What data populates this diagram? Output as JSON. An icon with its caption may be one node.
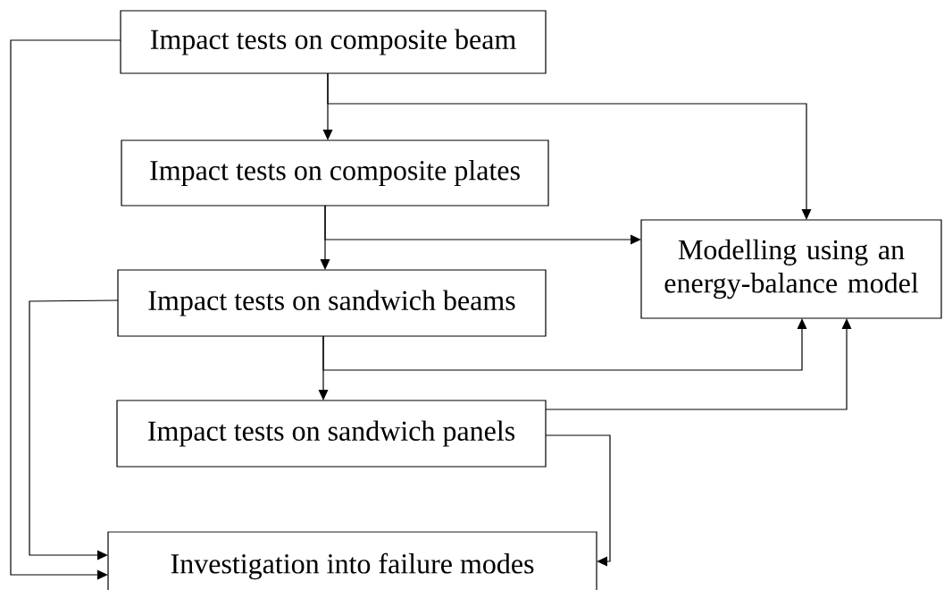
{
  "diagram": {
    "nodes": [
      {
        "text": [
          "Impact tests on composite beam"
        ]
      },
      {
        "text": [
          "Impact tests on composite plates"
        ]
      },
      {
        "text": [
          "Impact tests on sandwich beams"
        ]
      },
      {
        "text": [
          "Impact tests on sandwich panels"
        ]
      },
      {
        "text": [
          "Investigation into failure modes"
        ]
      },
      {
        "text": [
          "Modelling using an energy-balance model"
        ]
      }
    ],
    "edges": [
      {
        "from": 0,
        "to": 1,
        "arrow": "to"
      },
      {
        "from": 0,
        "to": 5,
        "arrow": "to"
      },
      {
        "from": 1,
        "to": 2,
        "arrow": "to"
      },
      {
        "from": 1,
        "to": 5,
        "arrow": "to"
      },
      {
        "from": 2,
        "to": 3,
        "arrow": "to"
      },
      {
        "from": 2,
        "to": 5,
        "arrow": "to"
      },
      {
        "from": 3,
        "to": 5,
        "arrow": "to"
      },
      {
        "from": 3,
        "to": 4,
        "arrow": "to"
      },
      {
        "from": 0,
        "to": 4,
        "arrow": "to"
      },
      {
        "from": 2,
        "to": 4,
        "arrow": "to"
      }
    ]
  }
}
